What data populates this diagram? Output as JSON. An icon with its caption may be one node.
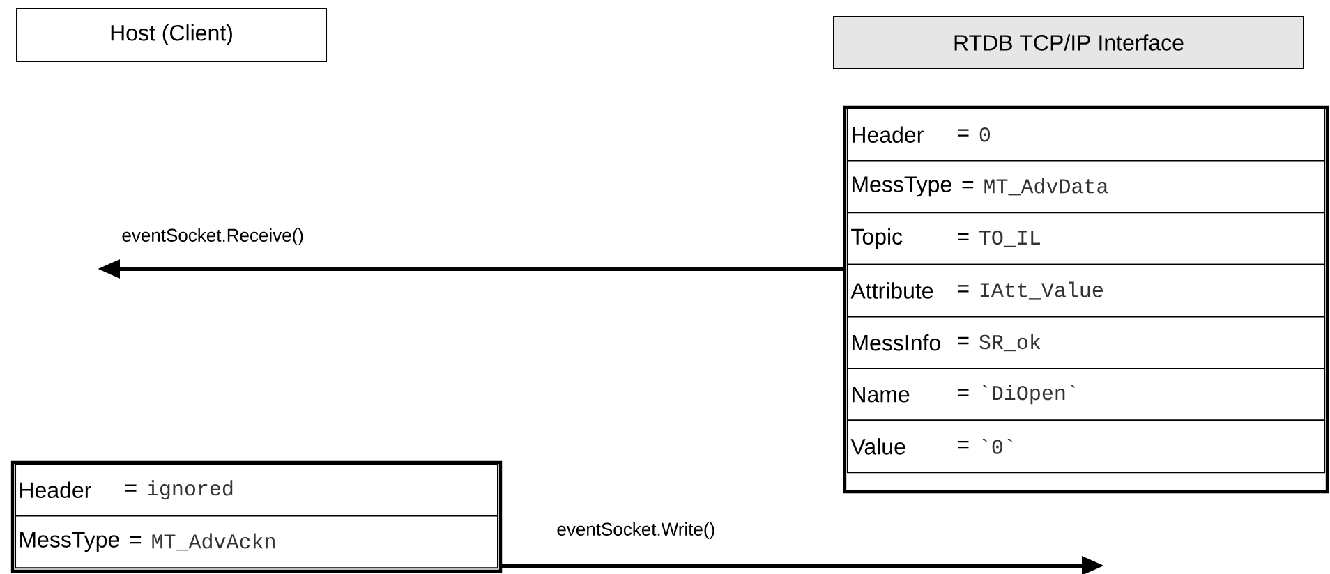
{
  "diagram": {
    "nodes": [
      {
        "text": [
          "Host (Client)"
        ]
      },
      {
        "text": [
          "RTDB TCP/IP Interface"
        ]
      },
      {
        "text": [],
        "shape": "box"
      },
      {
        "text": [
          "Header",
          "=",
          "0"
        ],
        "in": 2
      },
      {
        "text": [
          "MessType",
          "=",
          "MT_AdvData"
        ],
        "in": 2
      },
      {
        "text": [
          "Topic",
          "=",
          "TO_IL"
        ],
        "in": 2
      },
      {
        "text": [
          "Attribute",
          "=",
          "IAtt_Value"
        ],
        "in": 2
      },
      {
        "text": [
          "MessInfo",
          "=",
          "SR_ok"
        ],
        "in": 2
      },
      {
        "text": [
          "Name",
          "=",
          "`DiOpen`"
        ],
        "in": 2
      },
      {
        "text": [
          "Value",
          "=",
          "`0`"
        ],
        "in": 2
      },
      {
        "text": [],
        "shape": "box"
      },
      {
        "text": [
          "Header",
          "=",
          "ignored"
        ],
        "in": 10
      },
      {
        "text": [
          "MessType",
          "=",
          "MT_AdvAckn"
        ],
        "in": 10
      }
    ],
    "edges": [
      {
        "from": 2,
        "to": null,
        "arrow": "to",
        "label": "eventSocket.Receive()"
      },
      {
        "from": 10,
        "to": null,
        "arrow": "to",
        "label": "eventSocket.Write()"
      }
    ]
  }
}
